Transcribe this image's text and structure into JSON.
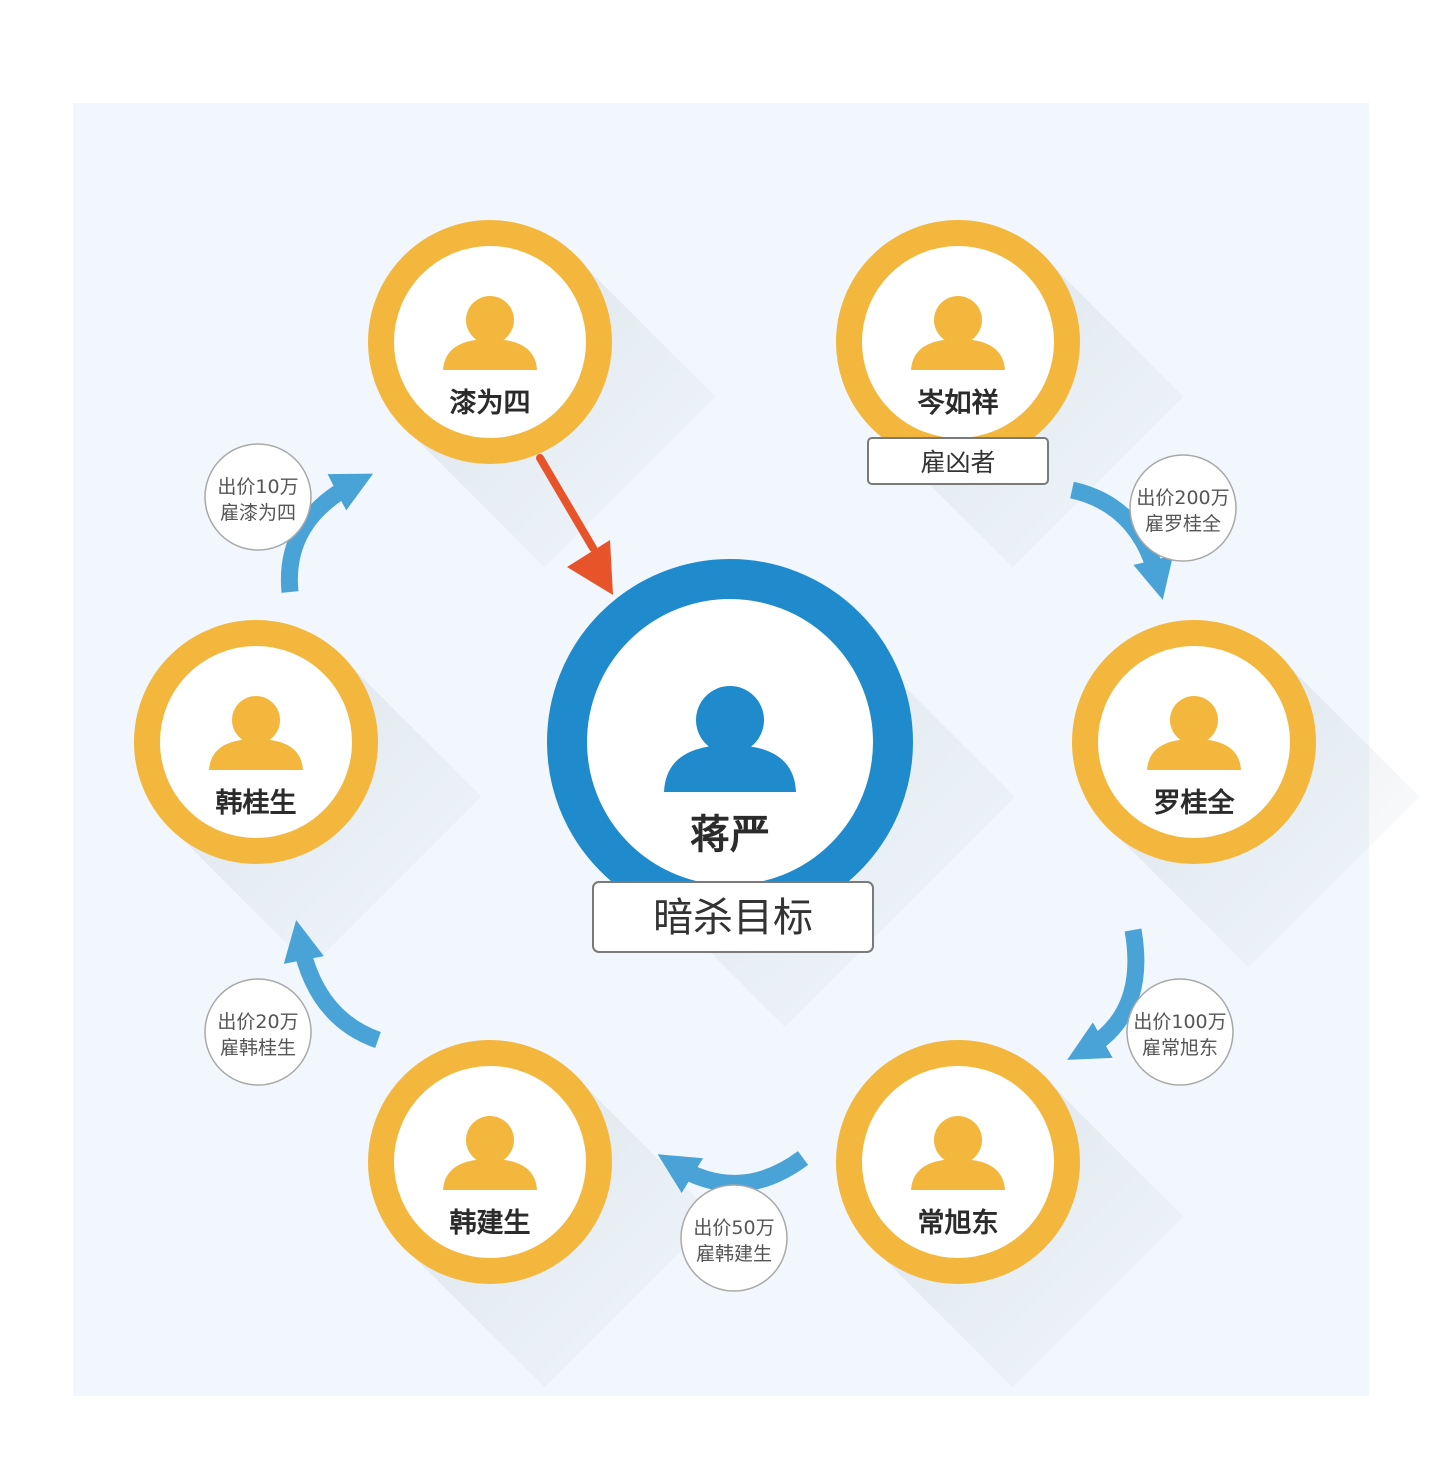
{
  "colors": {
    "panel": "#f1f7fc",
    "gold": "#f3b73e",
    "blue": "#1f8acc",
    "flow_arrow": "#4aa3d6",
    "attack_arrow": "#e8542a",
    "tag_border": "#7a7a7a"
  },
  "icon": "person-icon",
  "target": {
    "name": "蒋严",
    "tag": "暗杀目标"
  },
  "people": [
    {
      "id": "cen",
      "name": "岑如祥",
      "tag": "雇凶者"
    },
    {
      "id": "luo",
      "name": "罗桂全",
      "tag": ""
    },
    {
      "id": "chang",
      "name": "常旭东",
      "tag": ""
    },
    {
      "id": "hanjs",
      "name": "韩建生",
      "tag": ""
    },
    {
      "id": "hangs",
      "name": "韩桂生",
      "tag": ""
    },
    {
      "id": "qi",
      "name": "漆为四",
      "tag": ""
    }
  ],
  "payments": [
    {
      "line1": "出价200万",
      "line2": "雇罗桂全"
    },
    {
      "line1": "出价100万",
      "line2": "雇常旭东"
    },
    {
      "line1": "出价50万",
      "line2": "雇韩建生"
    },
    {
      "line1": "出价20万",
      "line2": "雇韩桂生"
    },
    {
      "line1": "出价10万",
      "line2": "雇漆为四"
    }
  ]
}
